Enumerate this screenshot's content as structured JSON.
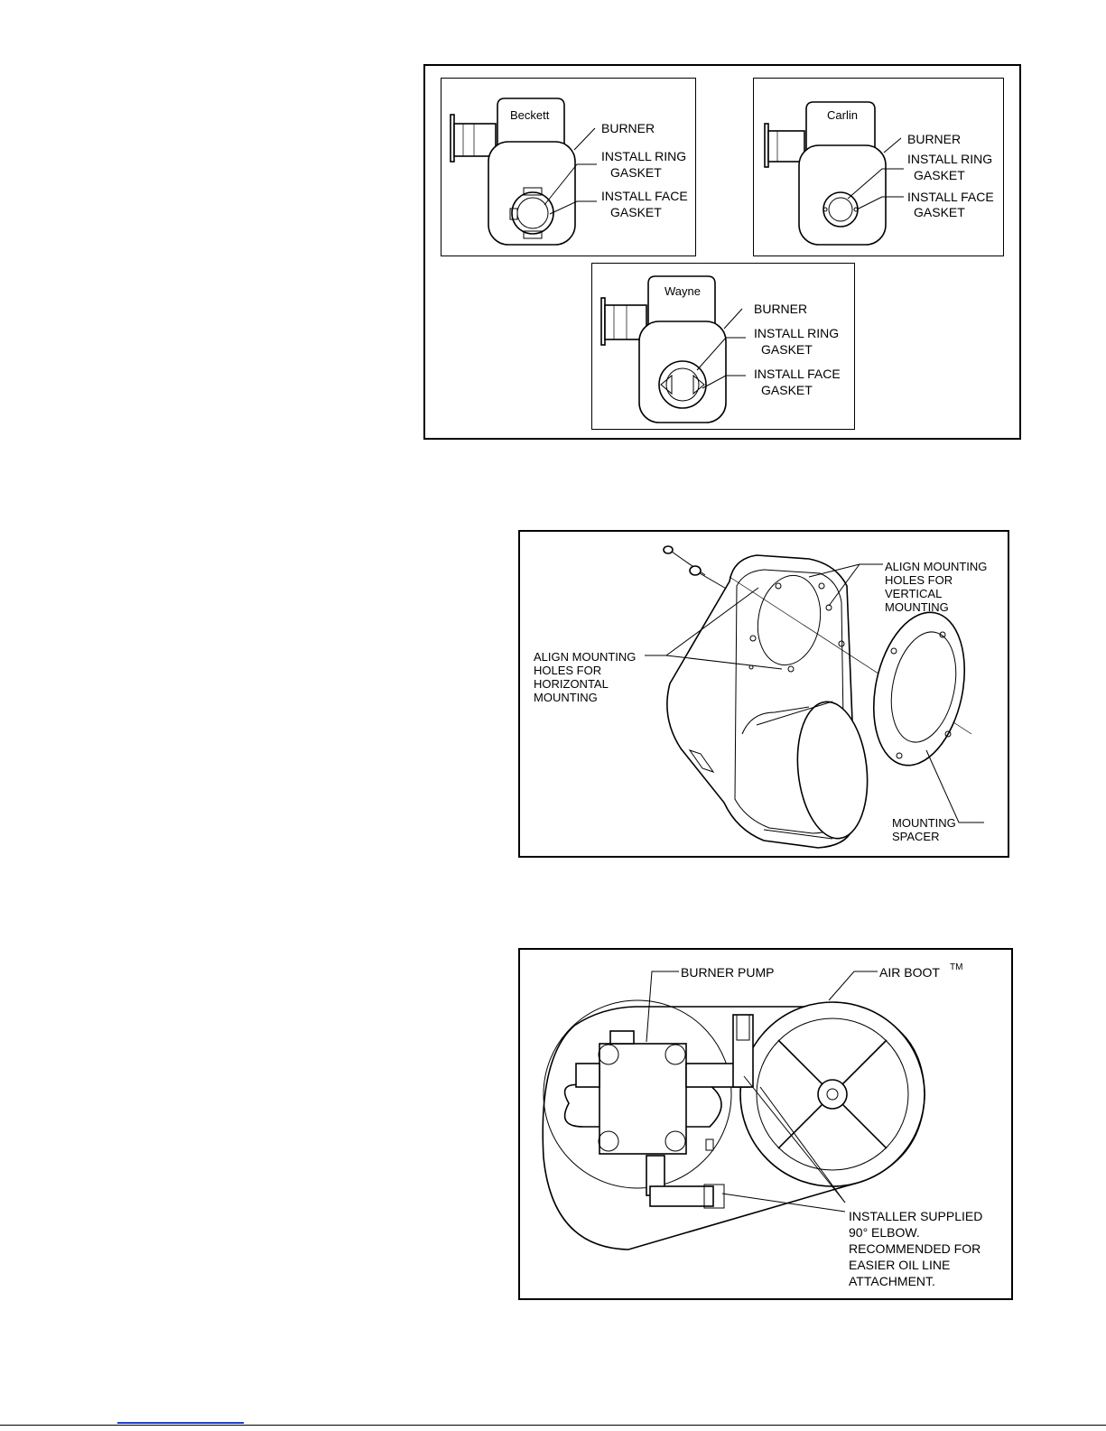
{
  "fig1": {
    "beckett": {
      "brand": "Beckett",
      "burner": "BURNER",
      "ring_1": "INSTALL RING",
      "ring_2": "GASKET",
      "face_1": "INSTALL FACE",
      "face_2": "GASKET"
    },
    "carlin": {
      "brand": "Carlin",
      "burner": "BURNER",
      "ring_1": "INSTALL RING",
      "ring_2": "GASKET",
      "face_1": "INSTALL FACE",
      "face_2": "GASKET"
    },
    "wayne": {
      "brand": "Wayne",
      "burner": "BURNER",
      "ring_1": "INSTALL RING",
      "ring_2": "GASKET",
      "face_1": "INSTALL FACE",
      "face_2": "GASKET"
    }
  },
  "fig2": {
    "vertical": [
      "ALIGN MOUNTING",
      "HOLES FOR",
      "VERTICAL",
      "MOUNTING"
    ],
    "horizontal": [
      "ALIGN MOUNTING",
      "HOLES FOR",
      "HORIZONTAL",
      "MOUNTING"
    ],
    "spacer": [
      "MOUNTING",
      "SPACER"
    ]
  },
  "fig3": {
    "pump": "BURNER PUMP",
    "airboot": "AIR BOOT",
    "tm": "TM",
    "elbow": [
      "INSTALLER SUPPLIED",
      "90° ELBOW.",
      "RECOMMENDED FOR",
      "EASIER OIL LINE",
      "ATTACHMENT."
    ]
  }
}
